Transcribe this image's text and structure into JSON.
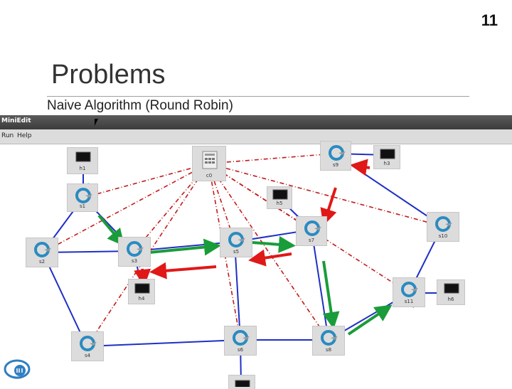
{
  "slide": {
    "number": "11",
    "title": "Problems",
    "subtitle": "Naive Algorithm (Round Robin)"
  },
  "window": {
    "title": "MiniEdit",
    "menu": [
      "Run",
      "Help"
    ]
  },
  "nodes": {
    "h1": "h1",
    "c0": "c0",
    "s9": "s9",
    "h3": "h3",
    "s1": "s1",
    "h5": "h5",
    "s7": "s7",
    "s10": "s10",
    "s2": "s2",
    "s3": "s3",
    "s5": "s5",
    "h4": "h4",
    "s11": "s11",
    "h6": "h6",
    "s4": "s4",
    "s6": "s6",
    "s8": "s8"
  },
  "colors": {
    "link": "#1f2fc4",
    "controller_link": "#c11b1b",
    "flow_green": "#1a9c3a",
    "flow_red": "#e01818"
  },
  "icons": {
    "switch": "switch-icon",
    "host": "host-monitor-icon",
    "controller": "controller-icon",
    "logo": "university-logo"
  }
}
